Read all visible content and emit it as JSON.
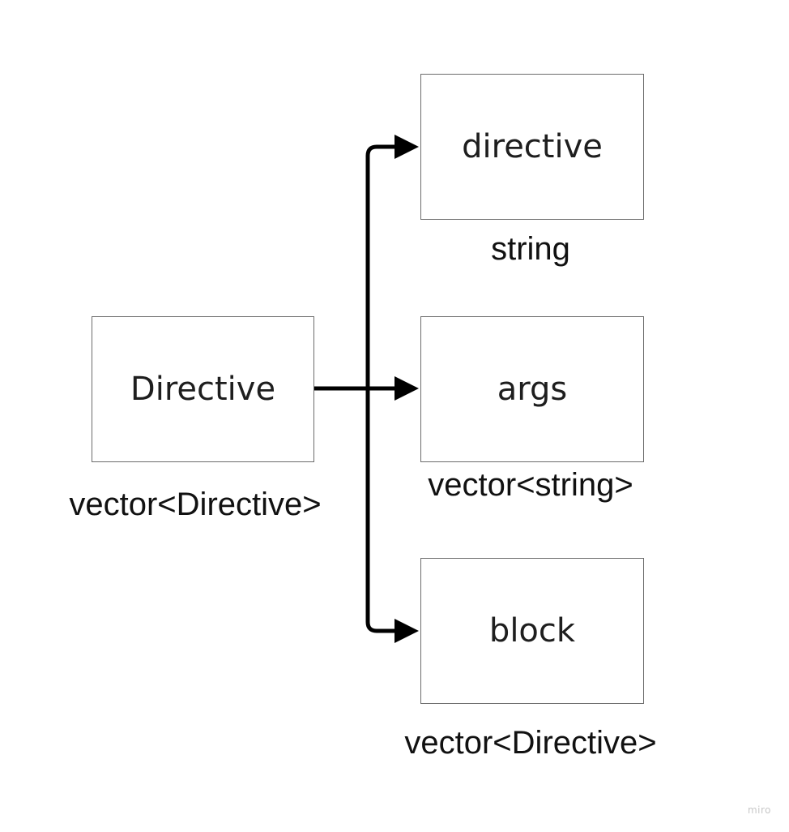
{
  "diagram": {
    "root": {
      "label": "Directive",
      "type_label": "vector<Directive>"
    },
    "children": [
      {
        "label": "directive",
        "type_label": "string"
      },
      {
        "label": "args",
        "type_label": "vector<string>"
      },
      {
        "label": "block",
        "type_label": "vector<Directive>"
      }
    ],
    "stroke_color": "#000000",
    "box_border_color": "#6b6b6b"
  },
  "watermark": "miro"
}
